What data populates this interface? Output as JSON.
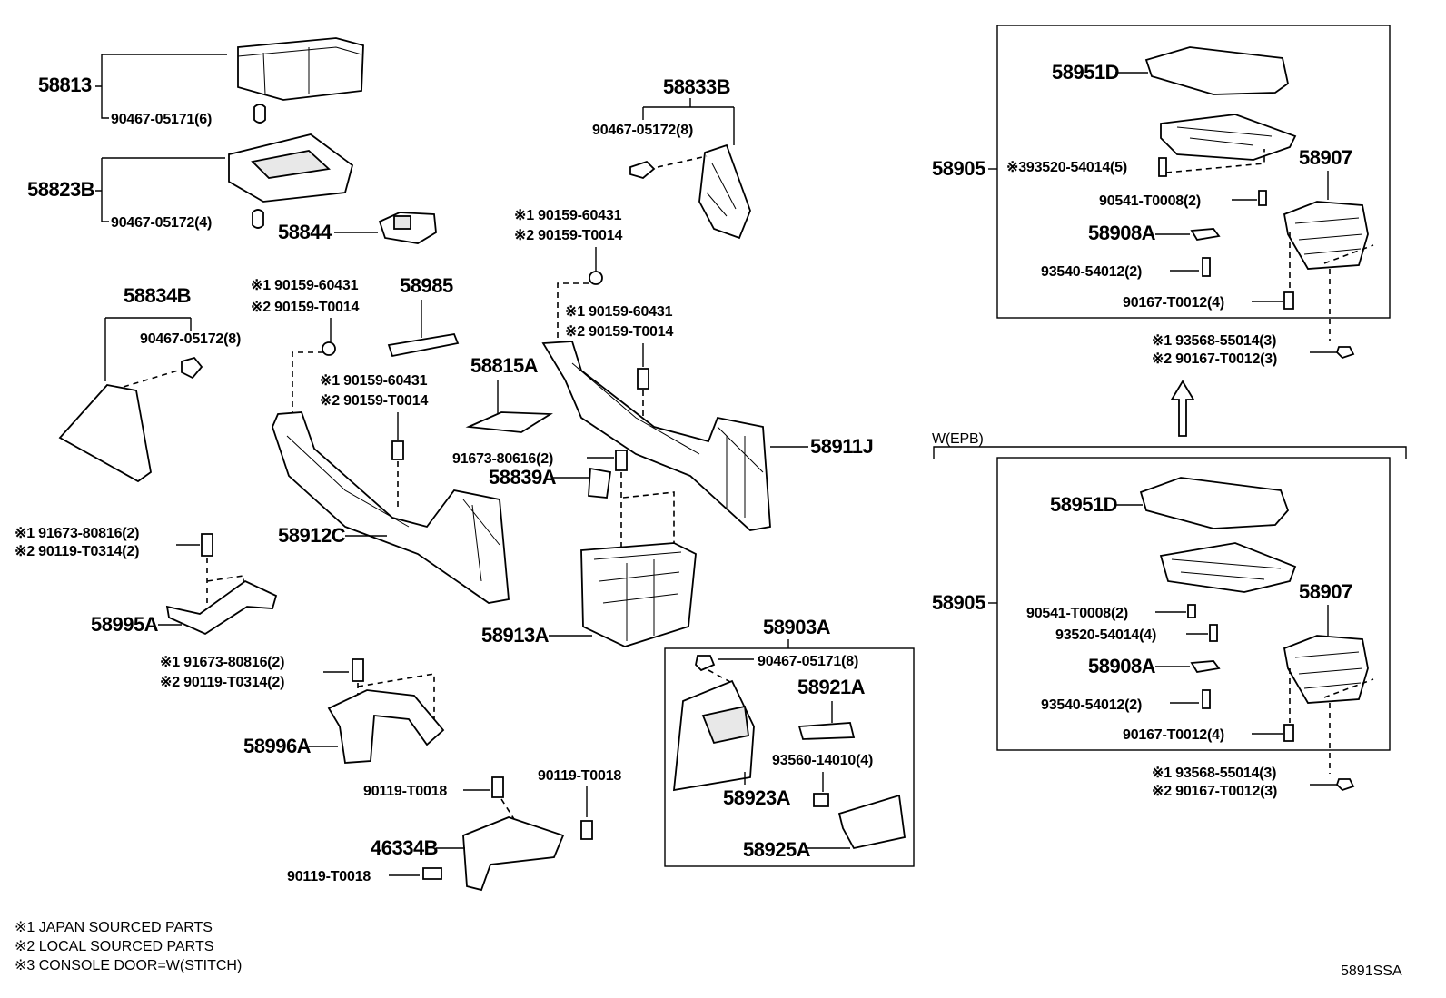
{
  "labels": {
    "p58813": "58813",
    "p90467_05171_6": "90467-05171(6)",
    "p58823B": "58823B",
    "p90467_05172_4": "90467-05172(4)",
    "p58844": "58844",
    "p58834B": "58834B",
    "p90467_05172_8a": "90467-05172(8)",
    "p58833B": "58833B",
    "p90467_05172_8b": "90467-05172(8)",
    "r1a": "※1 90159-60431",
    "r2a": "※2 90159-T0014",
    "r1b": "※1 90159-60431",
    "r2b": "※2 90159-T0014",
    "p58985": "58985",
    "r1c": "※1 90159-60431",
    "r2c": "※2 90159-T0014",
    "r1d": "※1 90159-60431",
    "r2d": "※2 90159-T0014",
    "p58815A": "58815A",
    "p91673_80616": "91673-80616(2)",
    "p58839A": "58839A",
    "p58911J": "58911J",
    "p58912C": "58912C",
    "r1e": "※1 91673-80816(2)",
    "r2e": "※2 90119-T0314(2)",
    "p58995A": "58995A",
    "p58913A": "58913A",
    "r1f": "※1 91673-80816(2)",
    "r2f": "※2 90119-T0314(2)",
    "p58996A": "58996A",
    "p58903A": "58903A",
    "p90467_05171_8": "90467-05171(8)",
    "p58921A": "58921A",
    "p58923A": "58923A",
    "p93560_14010": "93560-14010(4)",
    "p58925A": "58925A",
    "p90119_T0018a": "90119-T0018",
    "p90119_T0018b": "90119-T0018",
    "p46334B": "46334B",
    "p90119_T0018c": "90119-T0018",
    "top_58951D": "58951D",
    "top_58905": "58905",
    "top_393520": "※393520-54014(5)",
    "top_58907": "58907",
    "top_90541": "90541-T0008(2)",
    "top_58908A": "58908A",
    "top_93540": "93540-54012(2)",
    "top_90167": "90167-T0012(4)",
    "top_r1": "※1 93568-55014(3)",
    "top_r2": "※2 90167-T0012(3)",
    "wepb": "W(EPB)",
    "bot_58951D": "58951D",
    "bot_58905": "58905",
    "bot_90541": "90541-T0008(2)",
    "bot_58907": "58907",
    "bot_93520": "93520-54014(4)",
    "bot_58908A": "58908A",
    "bot_93540": "93540-54012(2)",
    "bot_90167": "90167-T0012(4)",
    "bot_r1": "※1 93568-55014(3)",
    "bot_r2": "※2 90167-T0012(3)"
  },
  "legend": {
    "note1": "※1 JAPAN SOURCED PARTS",
    "note2": "※2 LOCAL SOURCED PARTS",
    "note3": "※3 CONSOLE DOOR=W(STITCH)"
  },
  "figure_code": "5891SSA"
}
